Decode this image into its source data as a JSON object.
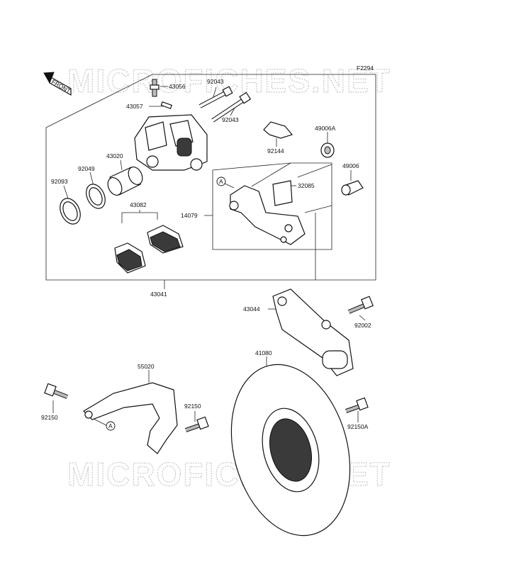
{
  "figure_code": "F2294",
  "front_label": "FRONT",
  "watermark_text": "MICROFICHES.NET",
  "reference_marker": "A",
  "parts": {
    "p43056": "43056",
    "p43057": "43057",
    "p92043a": "92043",
    "p92043b": "92043",
    "p92144": "92144",
    "p49006A": "49006A",
    "p49006": "49006",
    "p43020": "43020",
    "p92049": "92049",
    "p92093": "92093",
    "p32085": "32085",
    "p14079": "14079",
    "p43082": "43082",
    "p43041": "43041",
    "p43044": "43044",
    "p92002": "92002",
    "p41080": "41080",
    "p55020": "55020",
    "p92150a": "92150",
    "p92150b": "92150",
    "p92150A": "92150A"
  }
}
